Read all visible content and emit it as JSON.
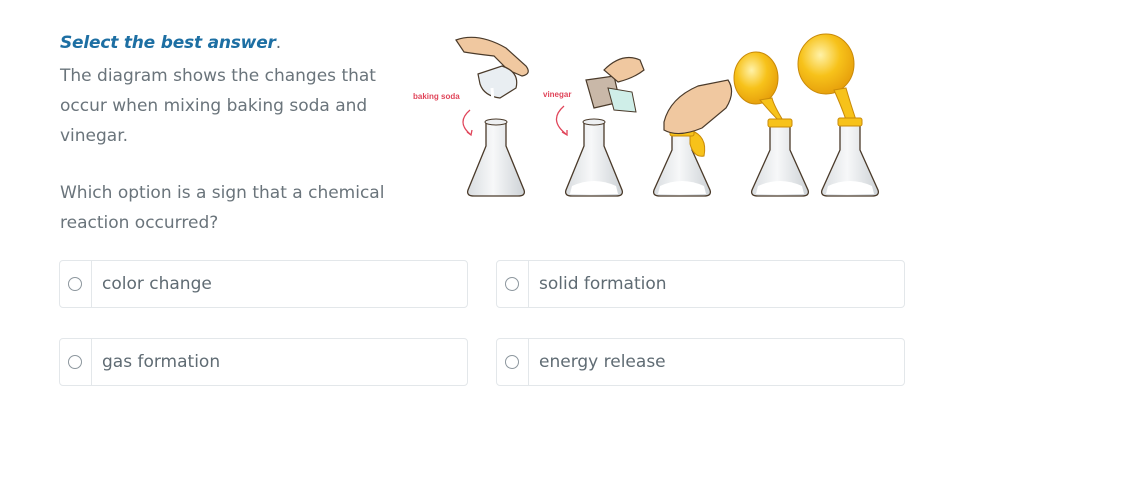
{
  "question": {
    "instruction": "Select the best answer",
    "instruction_period": ".",
    "prompt": "The diagram shows the changes that occur when mixing baking soda and vinegar.",
    "question_text": "Which option is a sign that a chemical reaction occurred?"
  },
  "diagram": {
    "label_baking_soda": "baking soda",
    "label_vinegar": "vinegar",
    "label_color": "#e0455a",
    "balloon_color": "#f7c21a"
  },
  "options": [
    {
      "label": "color change"
    },
    {
      "label": "solid formation"
    },
    {
      "label": "gas formation"
    },
    {
      "label": "energy release"
    }
  ]
}
